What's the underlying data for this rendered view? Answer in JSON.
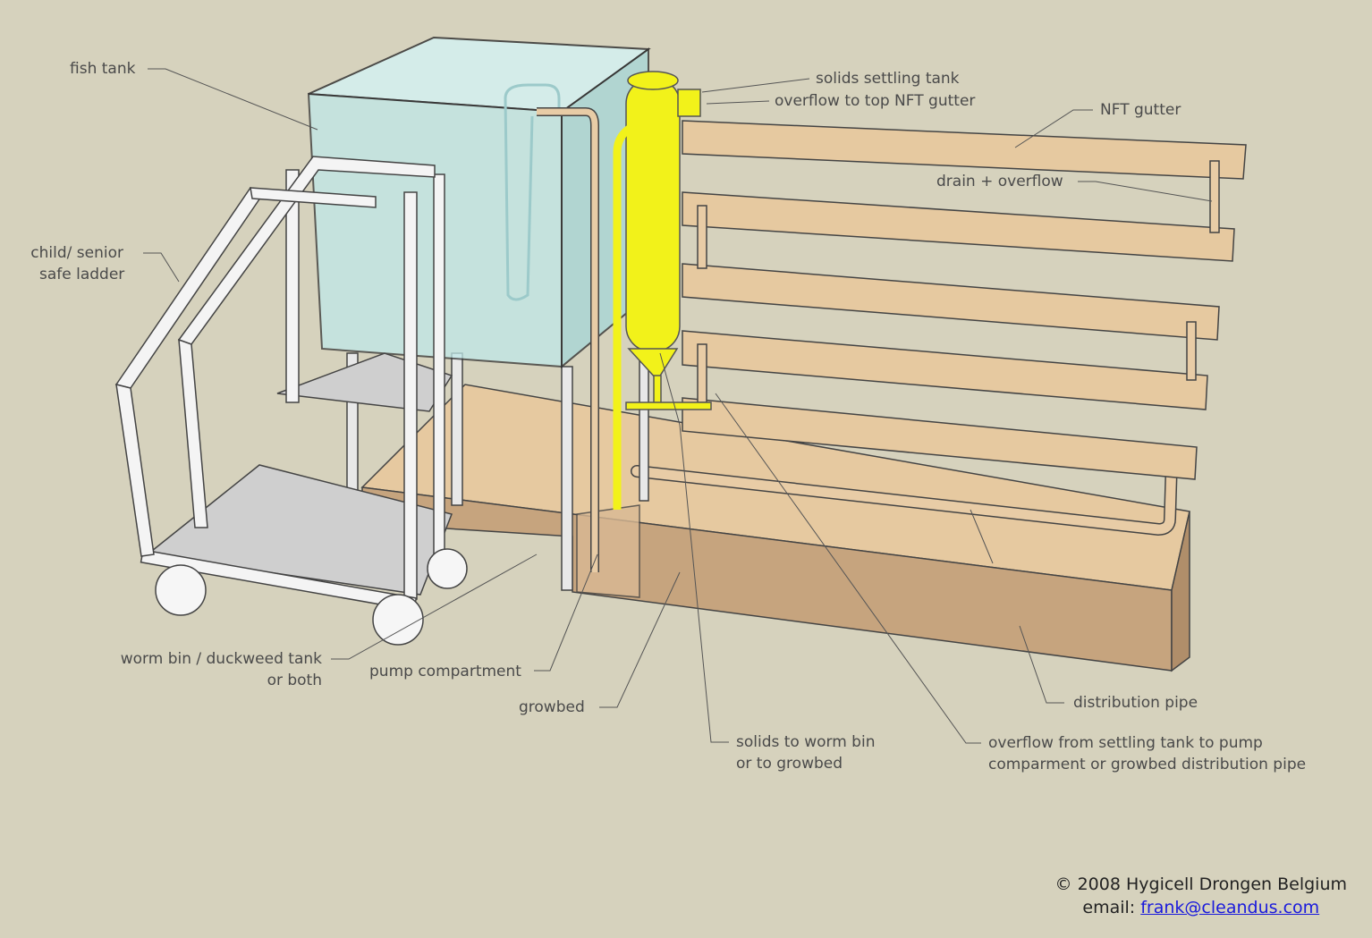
{
  "labels": {
    "fish_tank": "fish tank",
    "ladder_1": "child/ senior",
    "ladder_2": "safe ladder",
    "solids_settling_tank": "solids settling tank",
    "overflow_top": "overflow to top NFT gutter",
    "nft_gutter": "NFT gutter",
    "drain_overflow": "drain + overflow",
    "worm_bin_1": "worm bin / duckweed tank",
    "worm_bin_2": "or both",
    "pump_compartment": "pump compartment",
    "growbed": "growbed",
    "solids_to_worm_1": "solids to worm bin",
    "solids_to_worm_2": "or to growbed",
    "overflow_from_1": "overflow from settling tank to pump",
    "overflow_from_2": "comparment or growbed distribution pipe",
    "distribution_pipe": "distribution pipe"
  },
  "footer": {
    "copyright": "© 2008 Hygicell Drongen Belgium",
    "email_label": "email:",
    "email": "frank@cleandus.com"
  },
  "colors": {
    "background": "#d6d2bd",
    "settling_tank": "#f2f21a",
    "water": "#bfe6e6",
    "wood": "#e6c9a0"
  }
}
